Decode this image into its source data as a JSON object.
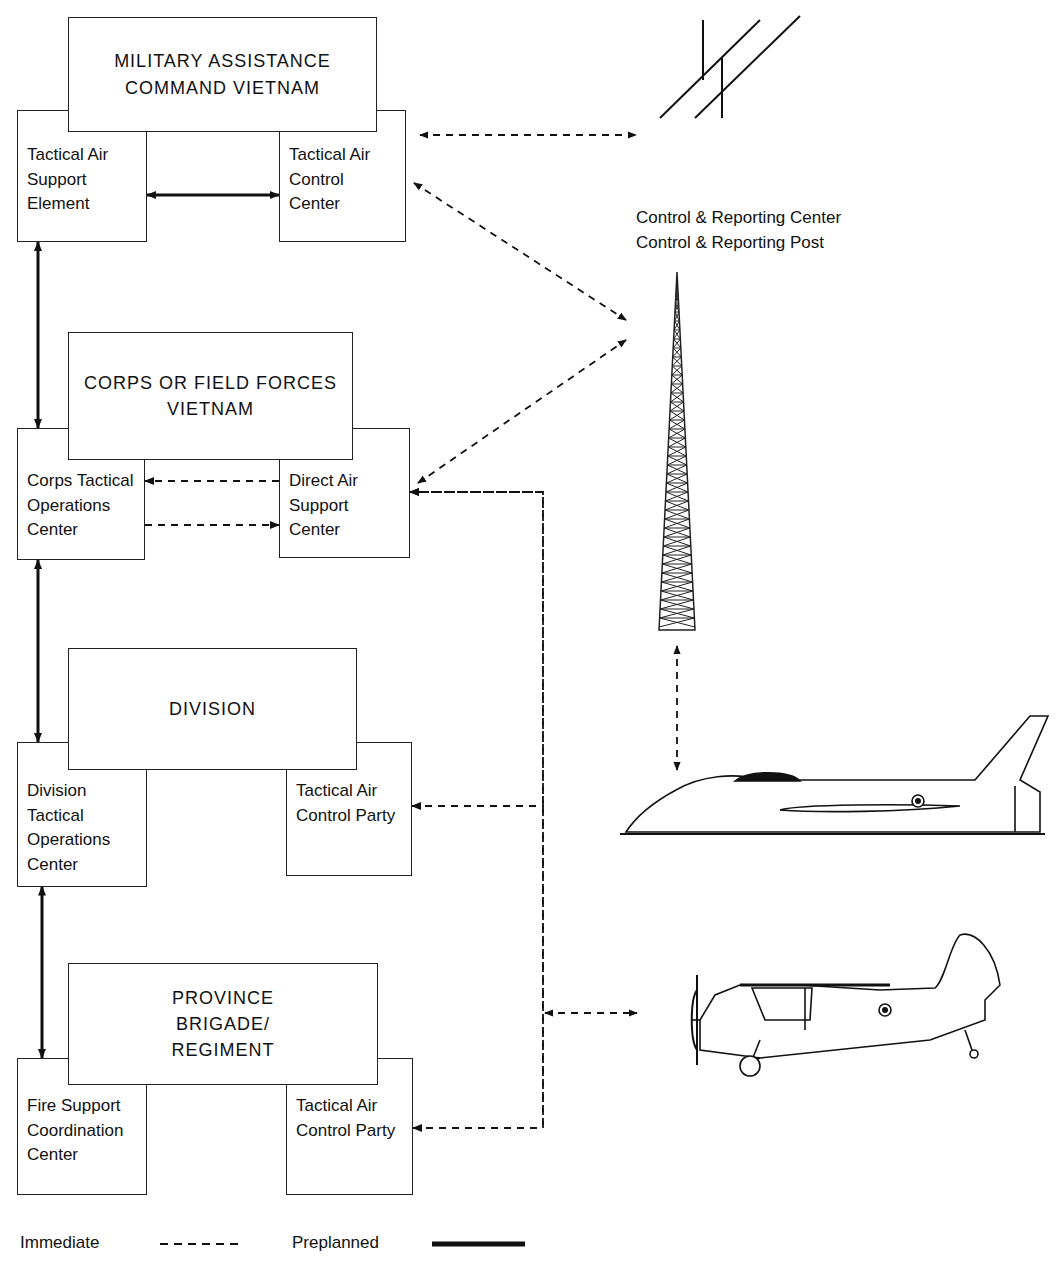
{
  "diagram": {
    "nodes": [
      {
        "text": [
          "MILITARY ASSISTANCE COMMAND VIETNAM"
        ]
      },
      {
        "text": [
          "Tactical Air Support Element"
        ]
      },
      {
        "text": [
          "Tactical Air Control Center"
        ]
      },
      {
        "text": [
          "CORPS OR FIELD FORCES VIETNAM"
        ]
      },
      {
        "text": [
          "Corps Tactical Operations Center"
        ]
      },
      {
        "text": [
          "Direct Air Support Center"
        ]
      },
      {
        "text": [
          "DIVISION"
        ]
      },
      {
        "text": [
          "Division Tactical Operations Center"
        ]
      },
      {
        "text": [
          "Tactical Air Control Party"
        ]
      },
      {
        "text": [
          "PROVINCE BRIGADE/ REGIMENT"
        ]
      },
      {
        "text": [
          "Fire Support Coordination Center"
        ]
      },
      {
        "text": [
          "Tactical Air Control Party"
        ]
      }
    ],
    "edges": [
      {
        "from": 1,
        "to": 2,
        "arrow": "both"
      },
      {
        "from": 1,
        "to": 4,
        "arrow": "both"
      },
      {
        "from": 4,
        "to": 7,
        "arrow": "both"
      },
      {
        "from": 7,
        "to": 10,
        "arrow": "both"
      },
      {
        "from": 5,
        "to": 4,
        "arrow": "to"
      },
      {
        "from": 4,
        "to": 5,
        "arrow": "to"
      },
      {
        "from": 8,
        "to": 5,
        "arrow": "both"
      },
      {
        "from": 11,
        "to": 5,
        "arrow": "both"
      }
    ],
    "labels": [
      "Control & Reporting Center",
      "Control & Reporting Post"
    ],
    "legend": [
      {
        "text": "Immediate"
      },
      {
        "text": "Preplanned"
      }
    ]
  }
}
